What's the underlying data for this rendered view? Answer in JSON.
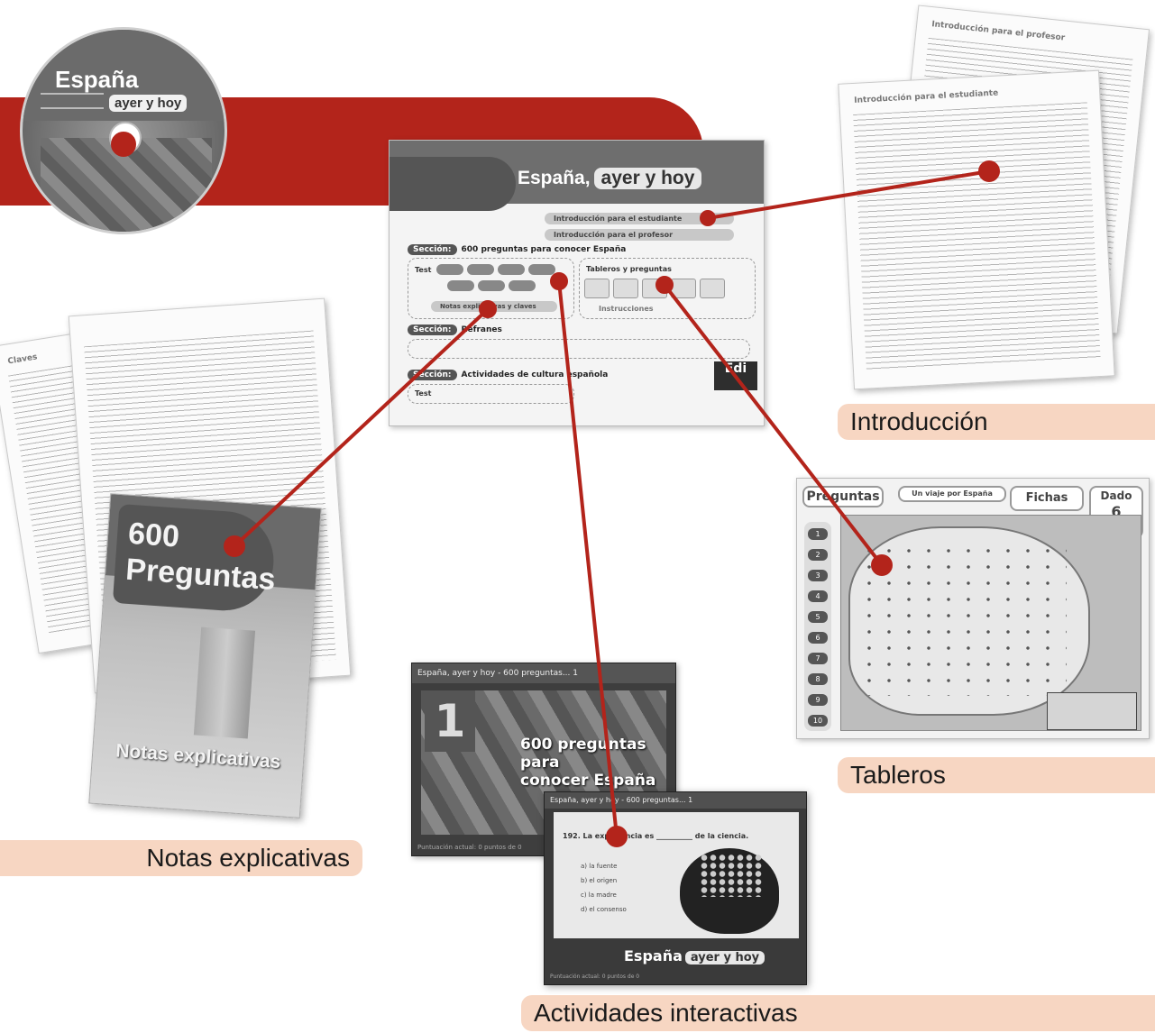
{
  "cd": {
    "brand": "España",
    "subtitle": "ayer y hoy"
  },
  "app": {
    "title_prefix": "España,",
    "title_box": "ayer y hoy",
    "intro_estudiante": "Introducción para el estudiante",
    "intro_profesor": "Introducción para el profesor",
    "section_tag": "Sección:",
    "section1": "600 preguntas para conocer España",
    "test_label": "Test",
    "tableros_label": "Tableros y preguntas",
    "instrucciones": "Instrucciones",
    "notas_claves": "Notas explicativas y claves",
    "section2": "Refranes",
    "section3": "Actividades de cultura española",
    "edi": "Edi"
  },
  "intro_doc": {
    "title_front": "Introducción para el estudiante",
    "title_back": "Introducción para el profesor"
  },
  "clave_doc": {
    "title": "Claves"
  },
  "book": {
    "title_line1": "600",
    "title_line2": "Preguntas",
    "subtitle": "Notas explicativas"
  },
  "labels": {
    "introduccion": "Introducción",
    "tableros": "Tableros",
    "notas": "Notas explicativas",
    "actividades": "Actividades interactivas"
  },
  "tablero": {
    "preguntas": "Preguntas",
    "viaje": "Un viaje por España",
    "fichas": "Fichas",
    "dado": "Dado",
    "dado_value": "6",
    "numbers": [
      "1",
      "2",
      "3",
      "4",
      "5",
      "6",
      "7",
      "8",
      "9",
      "10"
    ]
  },
  "act1": {
    "bar": "España, ayer y hoy - 600 preguntas... 1",
    "number": "1",
    "big_line1": "600 preguntas para",
    "big_line2": "conocer España",
    "foot": "Puntuación actual: 0 puntos de 0"
  },
  "act2": {
    "bar": "España, ayer y hoy - 600 preguntas... 1",
    "question": "192. La experiencia es __________ de la ciencia.",
    "options": [
      "a) la fuente",
      "b) el origen",
      "c) la madre",
      "d) el consenso"
    ],
    "logo": "España",
    "logo_box": "ayer y hoy",
    "foot": "Puntuación actual: 0 puntos de 0"
  },
  "colors": {
    "red": "#b3241b",
    "label_bg": "#f7d6c2"
  }
}
